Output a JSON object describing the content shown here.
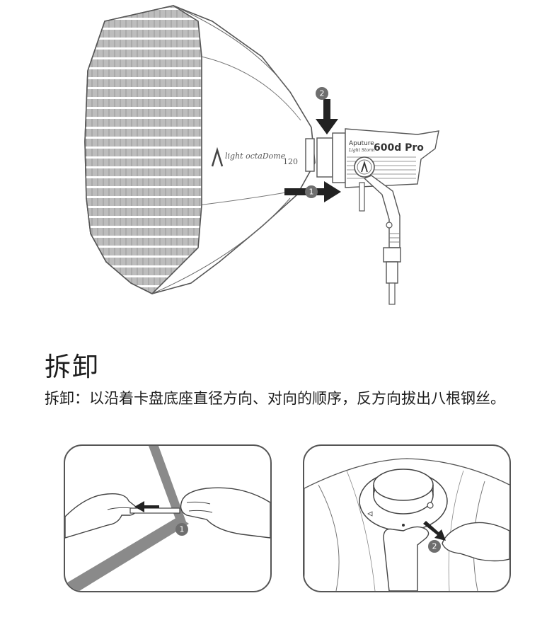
{
  "heading": "拆卸",
  "instruction": "拆卸：以沿着卡盘底座直径方向、对向的顺序，反方向拔出八根钢丝。",
  "softbox": {
    "brand_text": "light octaDome",
    "model_number": "120"
  },
  "light": {
    "brand": "Aputure",
    "series": "Light Storm",
    "model": "600d Pro"
  },
  "steps": {
    "hero_step_1": "1",
    "hero_step_2": "2",
    "panel_left_step": "1",
    "panel_right_step": "2"
  },
  "colors": {
    "line": "#555555",
    "badge": "#6e6e6e",
    "arrow": "#222222",
    "rod": "#8a8a8a"
  }
}
